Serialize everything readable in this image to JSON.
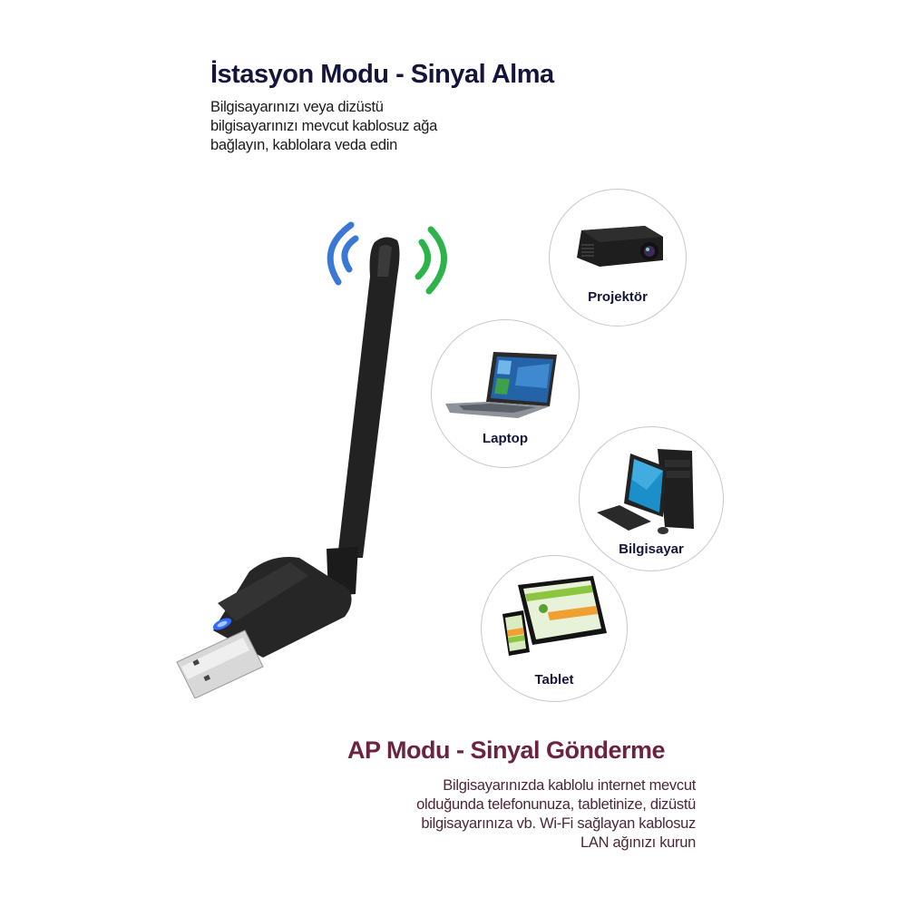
{
  "station_mode": {
    "title": "İstasyon Modu - Sinyal Alma",
    "description_lines": [
      "Bilgisayarınızı veya dizüstü",
      "bilgisayarınızı mevcut kablosuz ağa",
      "bağlayın, kablolara veda edin"
    ],
    "title_color": "#14143c"
  },
  "ap_mode": {
    "title": "AP Modu - Sinyal Gönderme",
    "description_lines": [
      "Bilgisayarınızda kablolu internet mevcut",
      "olduğunda telefonunuza, tabletinize, dizüstü",
      "bilgisayarınıza vb. Wi-Fi sağlayan kablosuz",
      "LAN ağınızı kurun"
    ],
    "title_color": "#6b2440"
  },
  "devices": [
    {
      "label": "Projektör",
      "icon": "projector-icon"
    },
    {
      "label": "Laptop",
      "icon": "laptop-icon"
    },
    {
      "label": "Bilgisayar",
      "icon": "desktop-computer-icon"
    },
    {
      "label": "Tablet",
      "icon": "tablet-icon"
    }
  ],
  "product": {
    "icon": "usb-wifi-adapter-icon",
    "signal_colors": {
      "left": "#3a78d8",
      "right": "#2eb24a"
    },
    "led_color": "#2f6bff"
  }
}
